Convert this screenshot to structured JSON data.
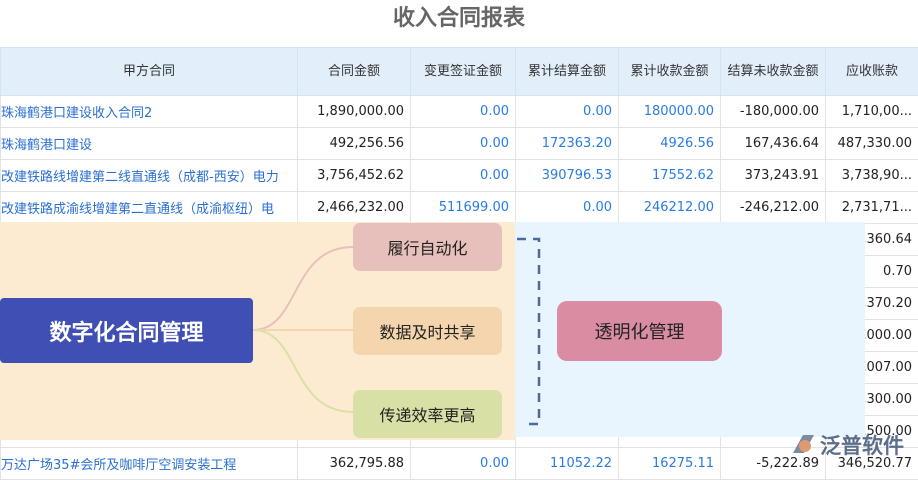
{
  "title": "收入合同报表",
  "columns": [
    "甲方合同",
    "合同金额",
    "变更签证金额",
    "累计结算金额",
    "累计收款金额",
    "结算未收款金额",
    "应收账款"
  ],
  "rows": [
    [
      "珠海鹤港口建设收入合同2",
      "1,890,000.00",
      "0.00",
      "0.00",
      "180000.00",
      "-180,000.00",
      "1,710,00..."
    ],
    [
      "珠海鹤港口建设",
      "492,256.56",
      "0.00",
      "172363.20",
      "4926.56",
      "167,436.64",
      "487,330.00"
    ],
    [
      "改建铁路线增建第二线直通线（成都-西安）电力",
      "3,756,452.62",
      "0.00",
      "390796.53",
      "17552.62",
      "373,243.91",
      "3,738,90..."
    ],
    [
      "改建铁路成渝线增建第二直通线（成渝枢纽）电",
      "2,466,232.00",
      "511699.00",
      "0.00",
      "246212.00",
      "-246,212.00",
      "2,731,71..."
    ],
    [
      "",
      "",
      "",
      "",
      "",
      "",
      ",360.64"
    ],
    [
      "",
      "",
      "",
      "",
      "",
      "",
      "0.70"
    ],
    [
      "",
      "",
      "",
      "",
      "",
      "",
      ",370.20"
    ],
    [
      "",
      "",
      "",
      "",
      "",
      "",
      ",000.00"
    ],
    [
      "",
      "",
      "",
      "",
      "",
      "",
      ",007.00"
    ],
    [
      "",
      "",
      "",
      "",
      "",
      "",
      ",300.00"
    ],
    [
      "",
      "",
      "",
      "",
      "",
      "",
      ",500.00"
    ],
    [
      "万达广场35#会所及咖啡厅空调安装工程",
      "362,795.88",
      "0.00",
      "11052.22",
      "16275.11",
      "-5,222.89",
      "346,520.77"
    ]
  ],
  "overlay": {
    "main": "数字化合同管理",
    "items": [
      "履行自动化",
      "数据及时共享",
      "传递效率更高"
    ],
    "result": "透明化管理"
  },
  "logo": {
    "text": "泛普软件"
  }
}
